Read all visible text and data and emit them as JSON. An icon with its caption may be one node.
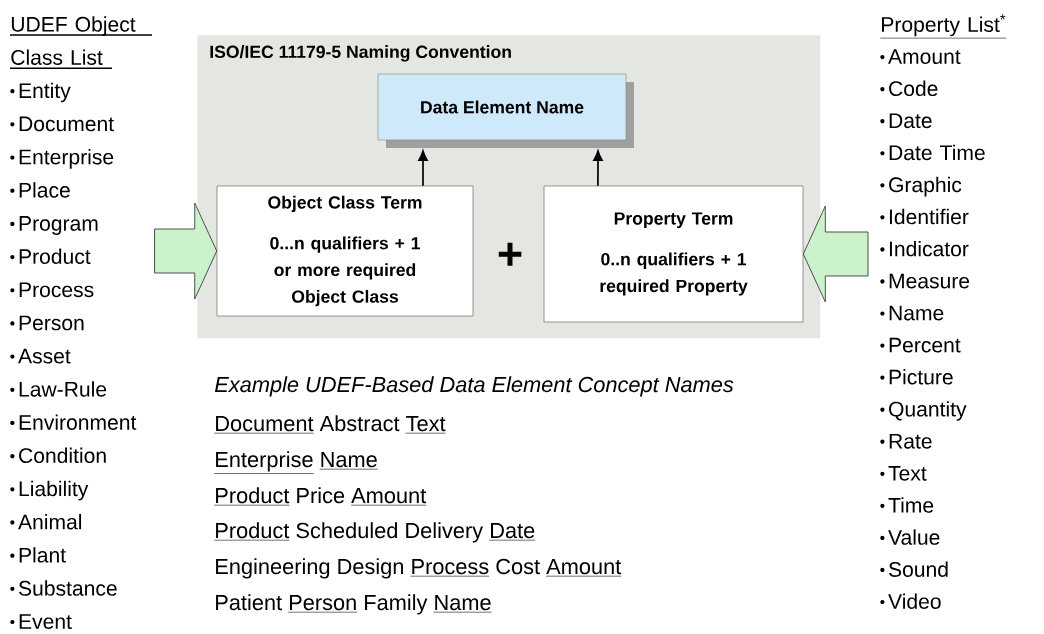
{
  "diagram": {
    "nodes": [
      {
        "text": [
          "ISO/IEC 11179-5 Naming Convention"
        ]
      },
      {
        "text": [
          "Data Element Name"
        ],
        "in": 0
      },
      {
        "text": [
          "Object Class Term",
          "0...n qualifiers + 1 or more required Object Class"
        ],
        "in": 0
      },
      {
        "text": [
          "Property Term",
          "0..n qualifiers + 1 required Property"
        ],
        "in": 0
      },
      {
        "text": [
          "UDEF Object Class List",
          "Entity",
          "Document",
          "Enterprise",
          "Place",
          "Program",
          "Product",
          "Process",
          "Person",
          "Asset",
          "Law-Rule",
          "Environment",
          "Condition",
          "Liability",
          "Animal",
          "Plant",
          "Substance",
          "Event"
        ]
      },
      {
        "text": [
          "Property List$^{*}$",
          "Amount",
          "Code",
          "Date",
          "Date Time",
          "Graphic",
          "Identifier",
          "Indicator",
          "Measure",
          "Name",
          "Percent",
          "Picture",
          "Quantity",
          "Rate",
          "Text",
          "Time",
          "Value",
          "Sound",
          "Video"
        ]
      }
    ],
    "edges": [
      {
        "from": 2,
        "to": 1,
        "arrow": "to"
      },
      {
        "from": 3,
        "to": 1,
        "arrow": "to"
      },
      {
        "from": 4,
        "to": 2,
        "arrow": "to",
        "style": "thick",
        "color": "#ccf2cc"
      },
      {
        "from": 5,
        "to": 3,
        "arrow": "to",
        "style": "thick",
        "color": "#ccf2cc"
      }
    ],
    "labels": [
      "+",
      "Example UDEF-Based Data Element Concept Names",
      "Document",
      "Abstract",
      "Text",
      "Enterprise",
      "Name",
      "Product",
      "Price",
      "Amount",
      "Product",
      "Scheduled Delivery",
      "Date",
      "Engineering Design",
      "Process",
      "Cost",
      "Amount",
      "Patient",
      "Person",
      "Family",
      "Name"
    ]
  }
}
